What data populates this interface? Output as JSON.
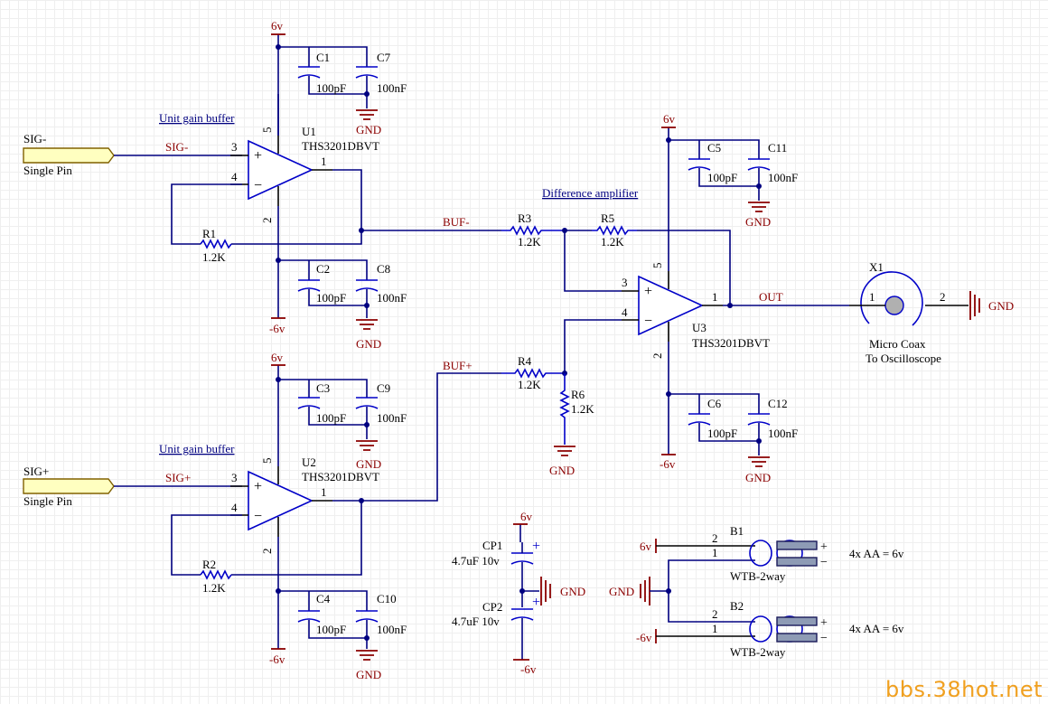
{
  "titles": {
    "buffer_top": "Unit gain buffer",
    "buffer_bottom": "Unit gain buffer",
    "diff": "Difference amplifier"
  },
  "connectors": {
    "sig_minus": {
      "name": "SIG-",
      "type": "Single Pin"
    },
    "sig_plus": {
      "name": "SIG+",
      "type": "Single Pin"
    }
  },
  "nets": {
    "sig_minus": "SIG-",
    "sig_plus": "SIG+",
    "buf_minus": "BUF-",
    "buf_plus": "BUF+",
    "out": "OUT"
  },
  "power": {
    "pos": "6v",
    "neg": "-6v",
    "gnd": "GND"
  },
  "opamps": {
    "u1": {
      "ref": "U1",
      "part": "THS3201DBVT"
    },
    "u2": {
      "ref": "U2",
      "part": "THS3201DBVT"
    },
    "u3": {
      "ref": "U3",
      "part": "THS3201DBVT"
    }
  },
  "pins": {
    "p1": "1",
    "p2": "2",
    "p3": "3",
    "p4": "4",
    "p5": "5",
    "plus": "+",
    "minus": "−"
  },
  "resistors": {
    "r1": {
      "ref": "R1",
      "value": "1.2K"
    },
    "r2": {
      "ref": "R2",
      "value": "1.2K"
    },
    "r3": {
      "ref": "R3",
      "value": "1.2K"
    },
    "r4": {
      "ref": "R4",
      "value": "1.2K"
    },
    "r5": {
      "ref": "R5",
      "value": "1.2K"
    },
    "r6": {
      "ref": "R6",
      "value": "1.2K"
    }
  },
  "capacitors": {
    "c1": {
      "ref": "C1",
      "value": "100pF"
    },
    "c7": {
      "ref": "C7",
      "value": "100nF"
    },
    "c2": {
      "ref": "C2",
      "value": "100pF"
    },
    "c8": {
      "ref": "C8",
      "value": "100nF"
    },
    "c3": {
      "ref": "C3",
      "value": "100pF"
    },
    "c9": {
      "ref": "C9",
      "value": "100nF"
    },
    "c4": {
      "ref": "C4",
      "value": "100pF"
    },
    "c10": {
      "ref": "C10",
      "value": "100nF"
    },
    "c5": {
      "ref": "C5",
      "value": "100pF"
    },
    "c11": {
      "ref": "C11",
      "value": "100nF"
    },
    "c6": {
      "ref": "C6",
      "value": "100pF"
    },
    "c12": {
      "ref": "C12",
      "value": "100nF"
    },
    "cp1": {
      "ref": "CP1",
      "value": "4.7uF 10v"
    },
    "cp2": {
      "ref": "CP2",
      "value": "4.7uF 10v"
    }
  },
  "coax": {
    "ref": "X1",
    "line1": "Micro Coax",
    "line2": "To Oscilloscope",
    "pin1": "1",
    "pin2": "2"
  },
  "batteries": {
    "b1": {
      "ref": "B1",
      "part": "WTB-2way",
      "note": "4x AA = 6v",
      "pin_top": "2",
      "pin_bottom": "1",
      "plus": "+",
      "minus": "−"
    },
    "b2": {
      "ref": "B2",
      "part": "WTB-2way",
      "note": "4x AA = 6v",
      "pin_top": "2",
      "pin_bottom": "1",
      "plus": "+",
      "minus": "−"
    }
  },
  "watermark": "bbs.38hot.net",
  "colors": {
    "wire": "#000080",
    "body": "#0000c8",
    "power": "#8b0000",
    "connector_fill": "#ffffc0"
  }
}
